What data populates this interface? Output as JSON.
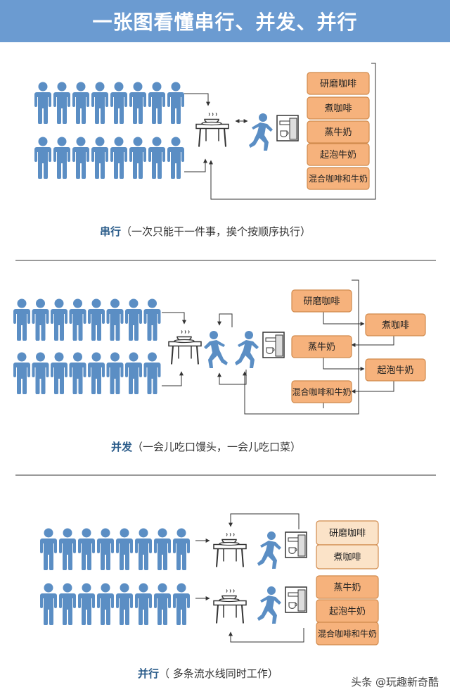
{
  "title": "一张图看懂串行、并发、并行",
  "colors": {
    "person": "#5b8ec4",
    "step_fill": "#f6b27c",
    "step_fill_light": "#fbe3c8",
    "step_stroke": "#d08a4c",
    "header": "#6b9bd1"
  },
  "sections": {
    "serial": {
      "label": "串行",
      "desc": "（一次只能干一件事，挨个按顺序执行）",
      "steps": [
        "研磨咖啡",
        "煮咖啡",
        "蒸牛奶",
        "起泡牛奶",
        "混合咖啡和牛奶"
      ]
    },
    "concurrent": {
      "label": "并发",
      "desc": "（一会儿吃口馒头，一会儿吃口菜）",
      "steps": [
        "研磨咖啡",
        "煮咖啡",
        "蒸牛奶",
        "起泡牛奶",
        "混合咖啡和牛奶"
      ]
    },
    "parallel": {
      "label": "并行",
      "desc": "（ 多条流水线同时工作）",
      "steps": [
        "研磨咖啡",
        "煮咖啡",
        "蒸牛奶",
        "起泡牛奶",
        "混合咖啡和牛奶"
      ]
    }
  },
  "watermark": "头条 @玩趣新奇酷"
}
